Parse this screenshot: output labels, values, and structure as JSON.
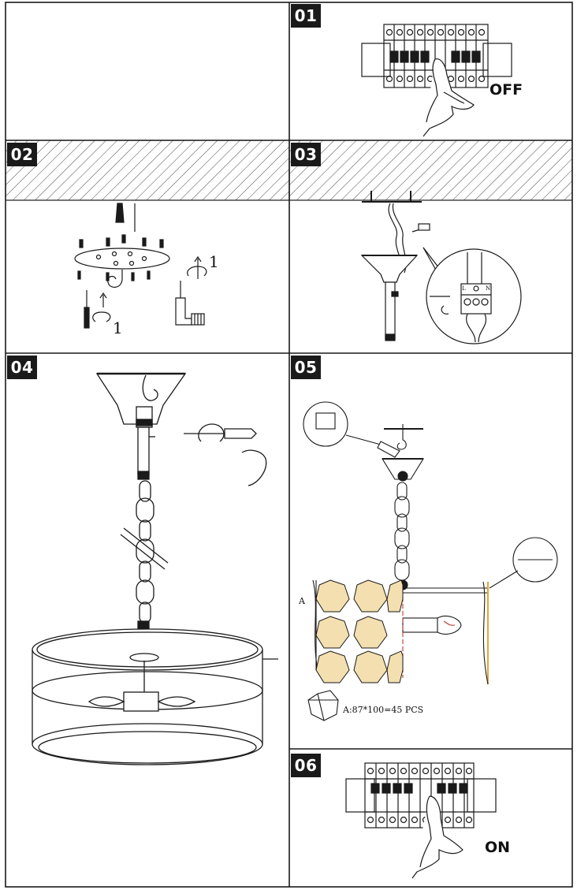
{
  "steps": [
    {
      "number": "01",
      "label": "OFF"
    },
    {
      "number": "02",
      "rotation_label_a": "1",
      "rotation_label_b": "1"
    },
    {
      "number": "03"
    },
    {
      "number": "04"
    },
    {
      "number": "05",
      "side_label": "A",
      "crystal_label": "A:87*100=45 PCS"
    },
    {
      "number": "06",
      "label": "ON"
    }
  ],
  "wiring": {
    "terminals": [
      "L",
      "N"
    ]
  },
  "colors": {
    "ink": "#1a1a1a",
    "lamp_amber": "#e8a23a",
    "wire_red": "#c0392b",
    "crystal_tint": "#f3dfb0"
  }
}
